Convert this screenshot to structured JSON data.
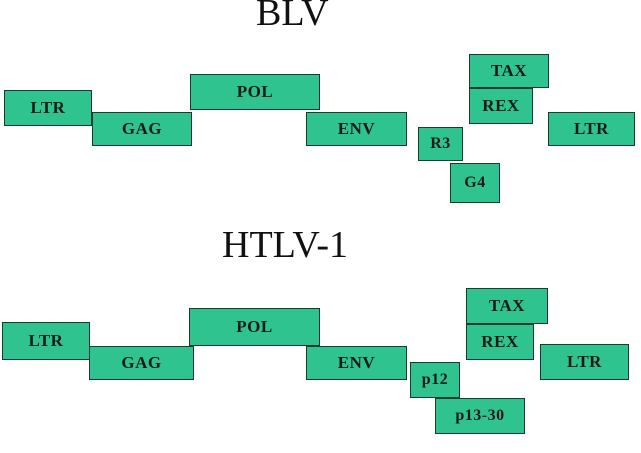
{
  "colors": {
    "gene_fill": "#2fc48f",
    "gene_border": "#1c3a2e",
    "text": "#111111"
  },
  "blv": {
    "title": "BLV",
    "genes": {
      "ltr5": "LTR",
      "gag": "GAG",
      "pol": "POL",
      "env": "ENV",
      "tax": "TAX",
      "rex": "REX",
      "r3": "R3",
      "g4": "G4",
      "ltr3": "LTR"
    }
  },
  "htlv1": {
    "title": "HTLV-1",
    "genes": {
      "ltr5": "LTR",
      "gag": "GAG",
      "pol": "POL",
      "env": "ENV",
      "tax": "TAX",
      "rex": "REX",
      "p12": "p12",
      "p13_30": "p13-30",
      "ltr3": "LTR"
    }
  }
}
